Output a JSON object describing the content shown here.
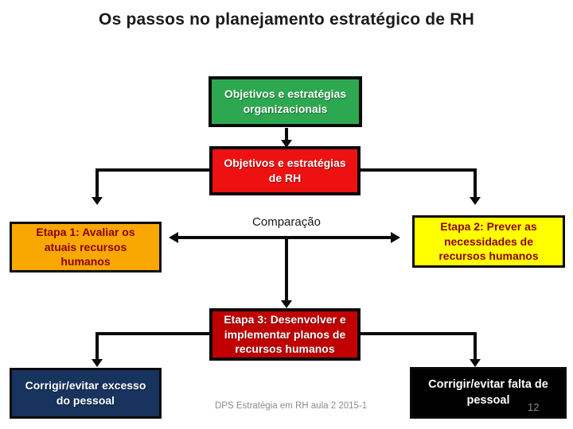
{
  "slide": {
    "title": "Os passos no planejamento estratégico de RH",
    "footer_text": "DPS Estratégia em RH aula 2 2015-1",
    "page_number": "12"
  },
  "flowchart": {
    "comparison_label": "Comparação",
    "boxes": {
      "org_objectives": {
        "label": "Objetivos e estratégias\norganizacionais",
        "bg_color": "#2DA850",
        "text_color": "#FFFFFF"
      },
      "hr_objectives": {
        "label": "Objetivos e estratégias\nde RH",
        "bg_color": "#EE1111",
        "text_color": "#FFFFFF"
      },
      "step1": {
        "label": "Etapa 1: Avaliar os\natuais recursos\nhumanos",
        "bg_color": "#F8A800",
        "text_color": "#8B0000"
      },
      "step2": {
        "label": "Etapa 2: Prever as\nnecessidades de\nrecursos humanos",
        "bg_color": "#FFFF00",
        "text_color": "#8B0000"
      },
      "step3": {
        "label": "Etapa 3: Desenvolver e\nimplementar planos de\nrecursos humanos",
        "bg_color": "#C00000",
        "text_color": "#FFFFFF"
      },
      "fix_excess": {
        "label": "Corrigir/evitar excesso\ndo pessoal",
        "bg_color": "#17335E",
        "text_color": "#FFFFFF"
      },
      "fix_shortage": {
        "label": "Corrigir/evitar falta de\npessoal",
        "bg_color": "#000000",
        "text_color": "#FFFFFF"
      }
    }
  }
}
